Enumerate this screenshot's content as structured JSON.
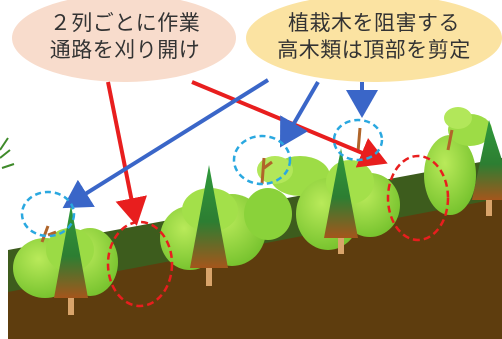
{
  "labels": {
    "left_bubble": {
      "line1": "２列ごとに作業",
      "line2": "通路を刈り開け"
    },
    "right_bubble": {
      "line1": "植栽木を阻害する",
      "line2": "高木類は頂部を剪定"
    }
  },
  "colors": {
    "left_bubble_fill": "#f8dccc",
    "right_bubble_fill": "#fbe3a2",
    "ground": "#5e3d0e",
    "hill_edge": "#3c5a1e",
    "bush": "#8fd13e",
    "bush_dark": "#6ab32a",
    "tree_top": "#2e8b3a",
    "tree_bottom": "#a35a1e",
    "trunk": "#d9a46a",
    "red_arrow": "#e81e1e",
    "blue_arrow": "#3a66c8",
    "blue_circle": "#2aa8e0",
    "red_circle": "#e81e1e"
  }
}
